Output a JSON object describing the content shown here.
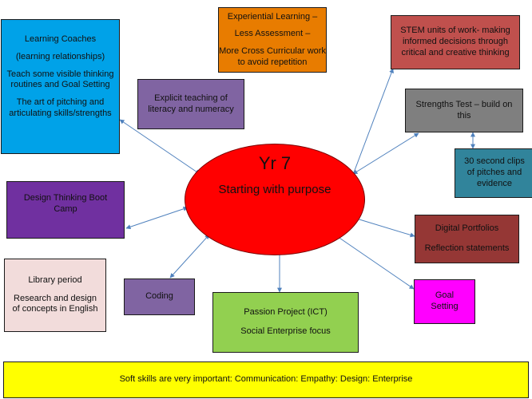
{
  "center": {
    "title": "Yr 7",
    "subtitle": "Starting with purpose",
    "color": "#ff0000"
  },
  "boxes": {
    "coaches": {
      "lines": [
        "Learning Coaches",
        "(learning relationships)",
        "Teach some visible thinking routines and Goal Setting",
        "The art of pitching and articulating skills/strengths"
      ],
      "color": "#00a2e8"
    },
    "experiential": {
      "lines": [
        "Experiential Learning –",
        "Less Assessment –",
        "More Cross Curricular work to avoid repetition"
      ],
      "color": "#e87c00"
    },
    "stem": {
      "lines": [
        "STEM  units of work- making informed decisions through critical and creative thinking"
      ],
      "color": "#c0504d"
    },
    "explicit": {
      "lines": [
        "Explicit teaching of literacy and numeracy"
      ],
      "color": "#8064a2"
    },
    "strengths": {
      "lines": [
        "Strengths Test – build on this"
      ],
      "color": "#7f7f7f"
    },
    "clips": {
      "lines": [
        "30 second clips of pitches and evidence"
      ],
      "color": "#31849b"
    },
    "design": {
      "lines": [
        "Design Thinking Boot Camp"
      ],
      "color": "#7030a0"
    },
    "portfolios": {
      "lines": [
        "Digital Portfolios",
        "Reflection statements"
      ],
      "color": "#953735"
    },
    "library": {
      "lines": [
        "Library period",
        "Research and design of concepts in English"
      ],
      "color": "#f2dcdb"
    },
    "coding": {
      "lines": [
        "Coding"
      ],
      "color": "#8064a2"
    },
    "passion": {
      "lines": [
        "Passion Project (ICT)",
        "Social Enterprise focus"
      ],
      "color": "#92d050"
    },
    "goal": {
      "lines": [
        "Goal Setting"
      ],
      "color": "#ff00ff"
    },
    "softskills": {
      "lines": [
        "Soft skills are very important: Communication: Empathy: Design: Enterprise"
      ],
      "color": "#ffff00"
    }
  }
}
